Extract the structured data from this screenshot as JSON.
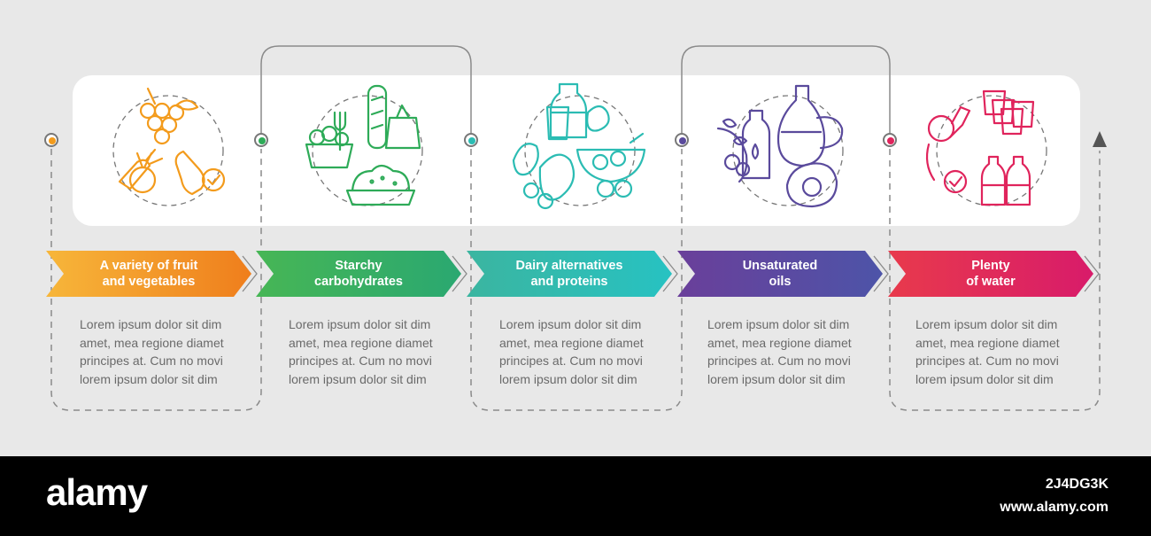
{
  "colors": {
    "step1": "#f39b1c",
    "step2": "#2eab58",
    "step3": "#2bbcb3",
    "step4": "#5a4a9c",
    "step5": "#e0245c",
    "connector": "#8a8a8a",
    "panel": "#ffffff",
    "background": "#e8e8e8"
  },
  "steps": [
    {
      "title_line1": "A variety of fruit",
      "title_line2": "and vegetables",
      "icon": "fruit-vegetables-icon",
      "desc": [
        "Lorem ipsum dolor sit dim",
        "amet, mea regione diamet",
        "principes at. Cum no movi",
        "lorem ipsum dolor sit dim"
      ]
    },
    {
      "title_line1": "Starchy",
      "title_line2": "carbohydrates",
      "icon": "bread-pasta-rice-icon",
      "desc": [
        "Lorem ipsum dolor sit dim",
        "amet, mea regione diamet",
        "principes at. Cum no movi",
        "lorem ipsum dolor sit dim"
      ]
    },
    {
      "title_line1": "Dairy alternatives",
      "title_line2": "and proteins",
      "icon": "dairy-beans-icon",
      "desc": [
        "Lorem ipsum dolor sit dim",
        "amet, mea regione diamet",
        "principes at. Cum no movi",
        "lorem ipsum dolor sit dim"
      ]
    },
    {
      "title_line1": "Unsaturated",
      "title_line2": "oils",
      "icon": "oils-avocado-icon",
      "desc": [
        "Lorem ipsum dolor sit dim",
        "amet, mea regione diamet",
        "principes at. Cum no movi",
        "lorem ipsum dolor sit dim"
      ]
    },
    {
      "title_line1": "Plenty",
      "title_line2": "of water",
      "icon": "water-drinking-icon",
      "desc": [
        "Lorem ipsum dolor sit dim",
        "amet, mea regione diamet",
        "principes at. Cum no movi",
        "lorem ipsum dolor sit dim"
      ]
    }
  ],
  "footer": {
    "brand": "alamy",
    "image_id": "2J4DG3K",
    "site": "www.alamy.com"
  }
}
